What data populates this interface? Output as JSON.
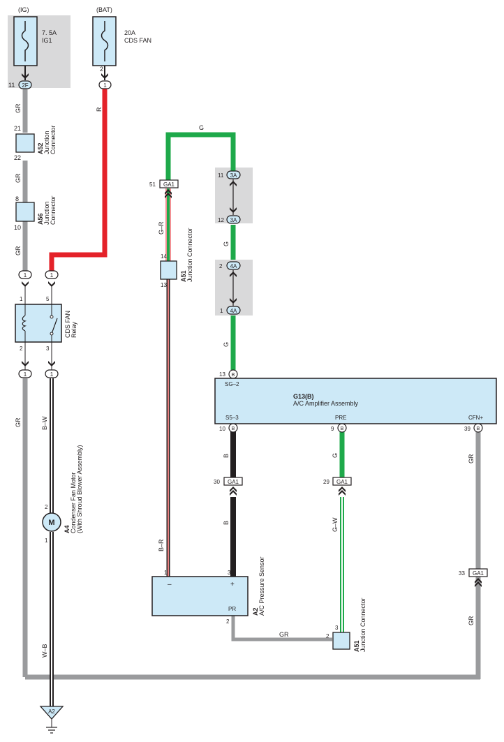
{
  "power_sources": {
    "ig": {
      "label": "(IG)",
      "fuse_amp": "7. 5A",
      "fuse_name": "IG1",
      "pin": "11",
      "connector": "2F"
    },
    "bat": {
      "label": "(BAT)",
      "fuse_amp": "20A",
      "fuse_name": "CDS FAN",
      "pin_top": "2",
      "connector": "1"
    }
  },
  "wire_colors": {
    "GR": "GR",
    "R": "R",
    "G": "G",
    "G_R": "G–R",
    "B_W": "B–W",
    "W_B": "W–B",
    "B": "B",
    "B_R": "B–R",
    "G_W": "G–W"
  },
  "junctions": {
    "a52": {
      "id": "A52",
      "name_line1": "Junction",
      "name_line2": "Connector",
      "pin_in": "21",
      "pin_out": "22"
    },
    "a56": {
      "id": "A56",
      "name_line1": "Junction",
      "name_line2": "Connector",
      "pin_in": "8",
      "pin_out": "10"
    },
    "a51_top": {
      "id": "A51",
      "name": "Junction Connector",
      "pin_in": "14",
      "pin_out": "13"
    },
    "a51_bottom": {
      "id": "A51",
      "name": "Junction Connector",
      "pin_left": "2",
      "pin_top": "3"
    }
  },
  "relay": {
    "name_line1": "CDS FAN",
    "name_line2": "Relay",
    "pin1": "1",
    "pin2": "2",
    "pin3": "3",
    "pin5": "5",
    "conn": "1"
  },
  "motor": {
    "id": "A4",
    "name_line1": "Condenser Fan Motor",
    "name_line2": "(With Shroud Blower Assembly)",
    "symbol": "M",
    "pin_top": "2",
    "pin_bottom": "1"
  },
  "connectors": {
    "ga1": "GA1",
    "c3a": "3A",
    "c4a": "4A",
    "cb": "B",
    "ga1_51": "51",
    "c3a_11": "11",
    "c3a_12": "12",
    "c4a_2": "2",
    "c4a_1": "1",
    "cb_13": "13",
    "cb_10": "10",
    "cb_9": "9",
    "cb_39": "39",
    "ga1_30": "30",
    "ga1_29": "29",
    "ga1_33": "33"
  },
  "amplifier": {
    "id": "G13(B)",
    "name": "A/C Amplifier Assembly",
    "t_sg2": "SG–2",
    "t_s53": "S5–3",
    "t_pre": "PRE",
    "t_cfn": "CFN+"
  },
  "sensor": {
    "id": "A2",
    "name": "A/C Pressure Sensor",
    "minus": "–",
    "plus": "+",
    "pr": "PR",
    "pin1": "1",
    "pin2": "2",
    "pin3": "3"
  },
  "ground": {
    "label": "A2"
  },
  "colors": {
    "gray_wire": "#9a9b9d",
    "red_wire": "#e42229",
    "green_wire": "#1ea94a",
    "black_wire": "#231f20",
    "box_fill": "#cde9f7",
    "shade": "#d9d9da"
  }
}
